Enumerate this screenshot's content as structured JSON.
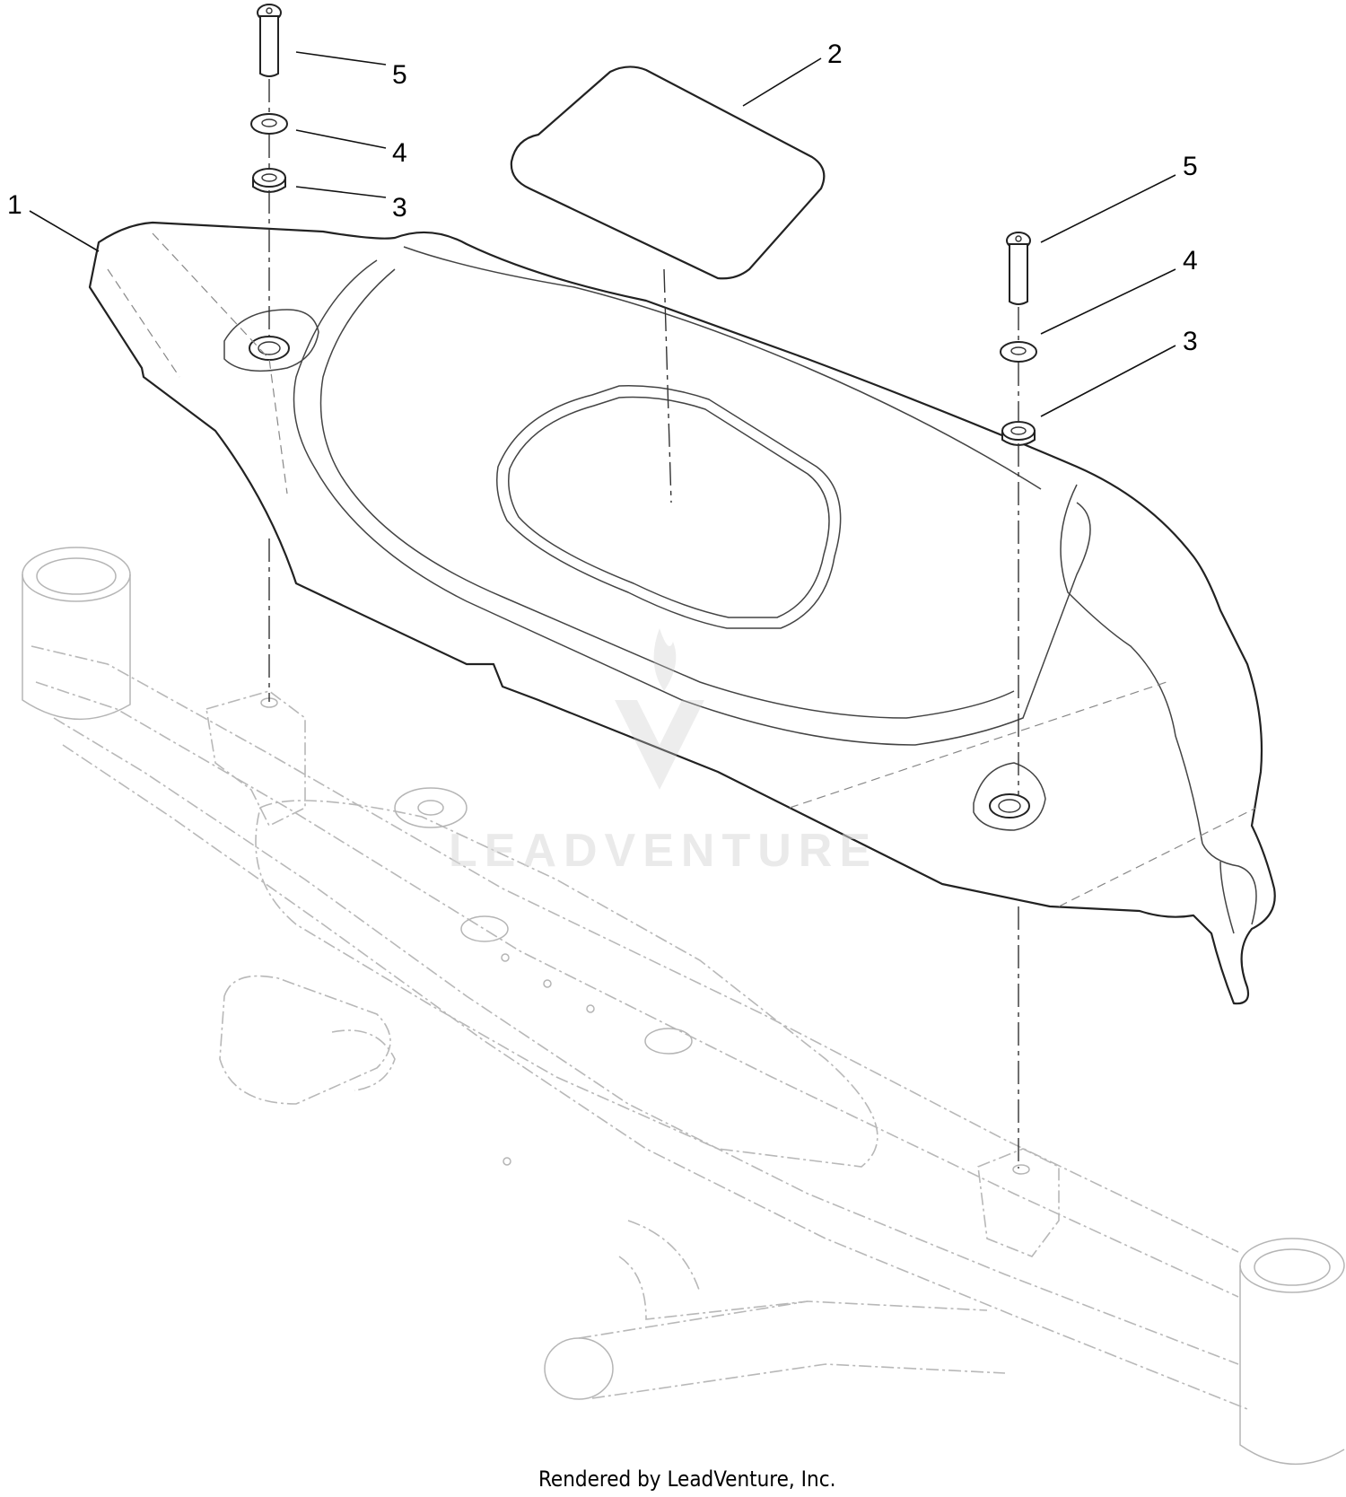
{
  "callouts": [
    {
      "id": "1",
      "label": "1"
    },
    {
      "id": "2",
      "label": "2"
    },
    {
      "id": "5a",
      "label": "5"
    },
    {
      "id": "4a",
      "label": "4"
    },
    {
      "id": "3a",
      "label": "3"
    },
    {
      "id": "5b",
      "label": "5"
    },
    {
      "id": "4b",
      "label": "4"
    },
    {
      "id": "3b",
      "label": "3"
    }
  ],
  "watermark": "LEADVENTURE",
  "footer": "Rendered by LeadVenture, Inc."
}
